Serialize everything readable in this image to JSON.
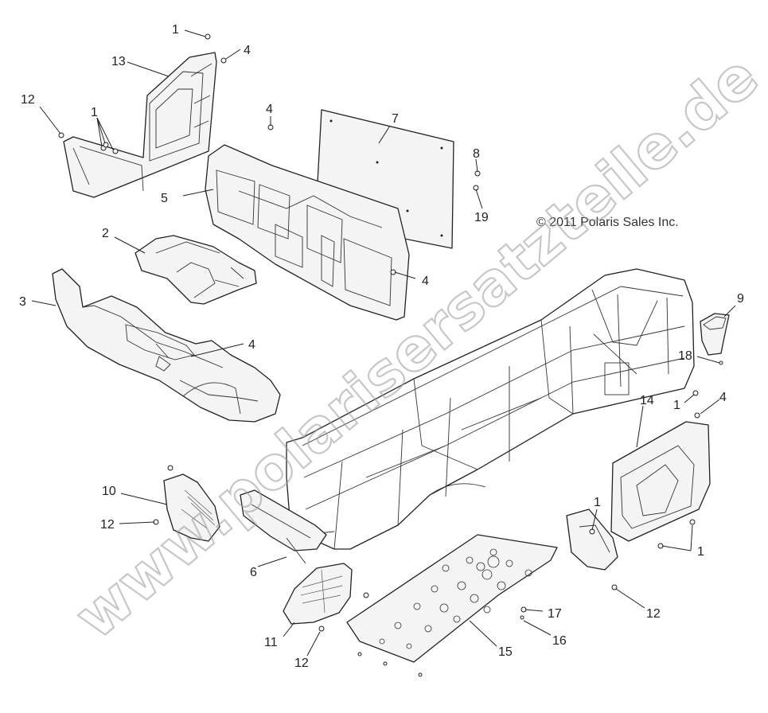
{
  "copyright": "© 2011 Polaris Sales Inc.",
  "watermark": "www.polarisersatzteile.de",
  "callouts": {
    "c1a": "1",
    "c4a": "4",
    "c13": "13",
    "c12a": "12",
    "c1b": "1",
    "c4b": "4",
    "c7": "7",
    "c5": "5",
    "c8": "8",
    "c19": "19",
    "c2": "2",
    "c4c": "4",
    "c3": "3",
    "c4d": "4",
    "c9": "9",
    "c18": "18",
    "c1c": "1",
    "c4e": "4",
    "c14": "14",
    "c10": "10",
    "c12b": "12",
    "c1d": "1",
    "c1e": "1",
    "c6": "6",
    "c12c": "12",
    "c17": "17",
    "c11": "11",
    "c16": "16",
    "c15": "15",
    "c12d": "12"
  }
}
